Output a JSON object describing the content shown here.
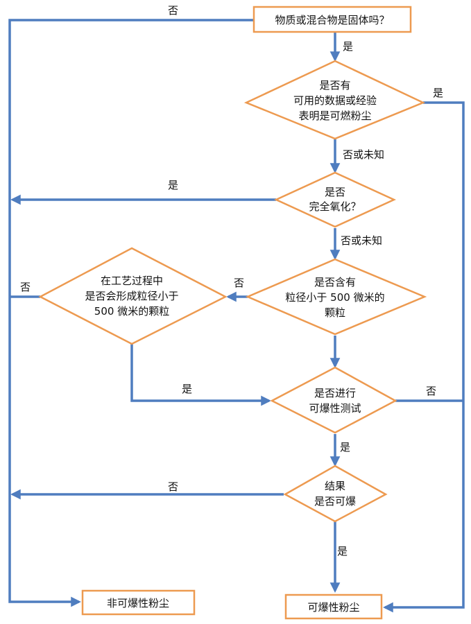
{
  "colors": {
    "line": "#4f7dbf",
    "border": "#ed9a50",
    "fill": "#ffffff",
    "text": "#111111"
  },
  "nodes": {
    "is_solid": {
      "label": "物质或混合物是固体吗？"
    },
    "known_dust": {
      "lines": [
        "是否有",
        "可用的数据或经验",
        "表明是可燃粉尘"
      ]
    },
    "fully_oxidized": {
      "lines": [
        "是否",
        "完全氧化？"
      ]
    },
    "small_particles": {
      "lines": [
        "是否含有",
        "粒径小于 500 微米的",
        "颗粒"
      ]
    },
    "forms_particles": {
      "lines": [
        "在工艺过程中",
        "是否会形成粒径小于",
        "500 微米的颗粒"
      ]
    },
    "test": {
      "lines": [
        "是否进行",
        "可爆性测试"
      ]
    },
    "result": {
      "lines": [
        "结果",
        "是否可爆"
      ]
    },
    "non_explosive": {
      "label": "非可爆性粉尘"
    },
    "explosive": {
      "label": "可爆性粉尘"
    }
  },
  "edges": {
    "solid_no": "否",
    "solid_yes": "是",
    "known_yes": "是",
    "known_no_unknown": "否或未知",
    "oxidized_yes": "是",
    "oxidized_no_unknown": "否或未知",
    "small_no": "否",
    "forms_no": "否",
    "forms_yes": "是",
    "test_no": "否",
    "test_yes": "是",
    "result_no": "否",
    "result_yes": "是"
  }
}
